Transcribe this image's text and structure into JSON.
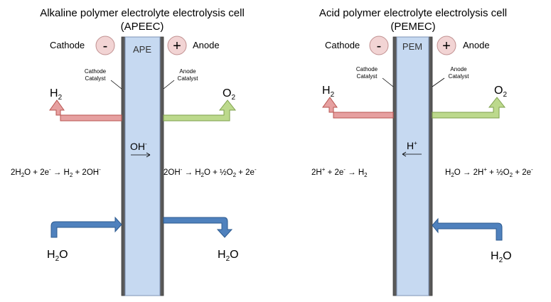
{
  "left": {
    "title1": "Alkaline polymer electrolyte electrolysis cell",
    "title2": "(APEEC)",
    "cathode": "Cathode",
    "anode": "Anode",
    "minus": "-",
    "plus": "+",
    "membrane": "APE",
    "cathode_catalyst_1": "Cathode",
    "cathode_catalyst_2": "Catalyst",
    "anode_catalyst_1": "Anode",
    "anode_catalyst_2": "Catalyst",
    "h2_base": "H",
    "h2_sub": "2",
    "o2_base": "O",
    "o2_sub": "2",
    "ion_base": "OH",
    "ion_sup": "-",
    "cathode_eq": [
      "2H",
      "2",
      "O + 2e",
      "-",
      " → H",
      "2",
      " + 2OH",
      "-"
    ],
    "anode_eq": [
      "2OH",
      "-",
      " → H",
      "2",
      "O + ½O",
      "2",
      " + 2e",
      "-"
    ],
    "water_in_base": "H",
    "water_in_sub": "2",
    "water_in_tail": "O",
    "water_out_base": "H",
    "water_out_sub": "2",
    "water_out_tail": "O"
  },
  "right": {
    "title1": "Acid polymer electrolyte electrolysis cell",
    "title2": "(PEMEC)",
    "cathode": "Cathode",
    "anode": "Anode",
    "minus": "-",
    "plus": "+",
    "membrane": "PEM",
    "cathode_catalyst_1": "Cathode",
    "cathode_catalyst_2": "Catalyst",
    "anode_catalyst_1": "Anode",
    "anode_catalyst_2": "Catalyst",
    "h2_base": "H",
    "h2_sub": "2",
    "o2_base": "O",
    "o2_sub": "2",
    "ion_base": "H",
    "ion_sup": "+",
    "cathode_eq": [
      "2H",
      "+",
      " + 2e",
      "-",
      " → H",
      "2"
    ],
    "anode_eq": [
      "H",
      "2",
      "O → 2H",
      "+",
      " + ½O",
      "2",
      " + 2e",
      "-"
    ],
    "water_base": "H",
    "water_sub": "2",
    "water_tail": "O"
  },
  "colors": {
    "membrane_fill": "#c6d9f1",
    "membrane_stroke": "#7e94b5",
    "electrode": "#595959",
    "h2_arrow": "#e6a0a0",
    "h2_arrow_stroke": "#b85450",
    "o2_arrow": "#bcd98c",
    "o2_arrow_stroke": "#7ea04d",
    "water_arrow": "#4f81bd",
    "water_arrow_stroke": "#2c5a8f",
    "sign_fill": "#f2d4d4",
    "sign_stroke": "#c09090"
  }
}
